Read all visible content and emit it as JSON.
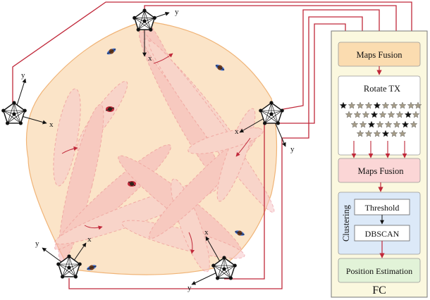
{
  "fc": {
    "label": "FC",
    "maps_fusion_top": "Maps Fusion",
    "rotate_tx": "Rotate TX",
    "maps_fusion_mid": "Maps Fusion",
    "clustering": "Clustering",
    "threshold": "Threshold",
    "dbscan": "DBSCAN",
    "position_estimation": "Position Estimation"
  },
  "nodes": [
    {
      "id": "top",
      "x_label": "x",
      "y_label": "y"
    },
    {
      "id": "left",
      "x_label": "x",
      "y_label": "y"
    },
    {
      "id": "right",
      "x_label": "x",
      "y_label": "y"
    },
    {
      "id": "bottom-left",
      "x_label": "x",
      "y_label": "y"
    },
    {
      "id": "bottom-right",
      "x_label": "x",
      "y_label": "y"
    }
  ],
  "colors": {
    "wire": "#c0283a",
    "region_fill": "#fbe3c6",
    "region_stroke": "#f0b070",
    "beam": "#e87b86",
    "fc_fill": "#fbf8df",
    "maps_top_fill": "#fbdcb0",
    "maps_mid_fill": "#fbd6d6",
    "clustering_fill": "#dce9f8",
    "position_fill": "#e2f3d8"
  }
}
